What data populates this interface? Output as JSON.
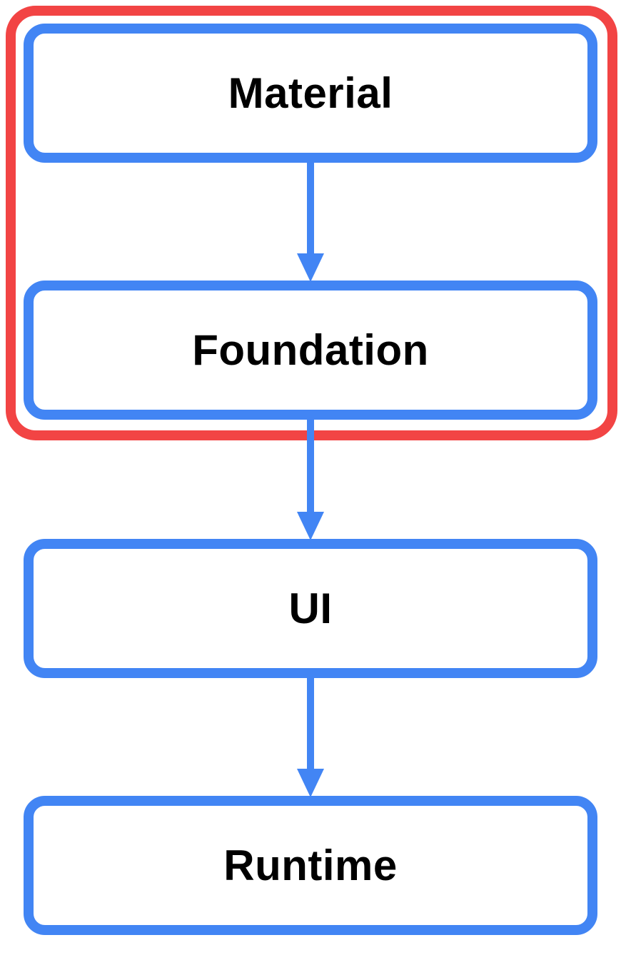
{
  "diagram": {
    "title": "layered architecture stack",
    "nodes": [
      {
        "id": "material",
        "label": "Material"
      },
      {
        "id": "foundation",
        "label": "Foundation"
      },
      {
        "id": "ui",
        "label": "UI"
      },
      {
        "id": "runtime",
        "label": "Runtime"
      }
    ],
    "edges": [
      {
        "from": "material",
        "to": "foundation",
        "icon": "arrow-down-icon"
      },
      {
        "from": "foundation",
        "to": "ui",
        "icon": "arrow-down-icon"
      },
      {
        "from": "ui",
        "to": "runtime",
        "icon": "arrow-down-icon"
      }
    ],
    "highlight_group": {
      "contains": [
        "material",
        "foundation"
      ],
      "border_color": "#f24444"
    },
    "colors": {
      "node_border": "#4285f4",
      "arrow": "#4285f4",
      "highlight_border": "#f24444",
      "label_text": "#000000",
      "background": "#ffffff"
    }
  }
}
